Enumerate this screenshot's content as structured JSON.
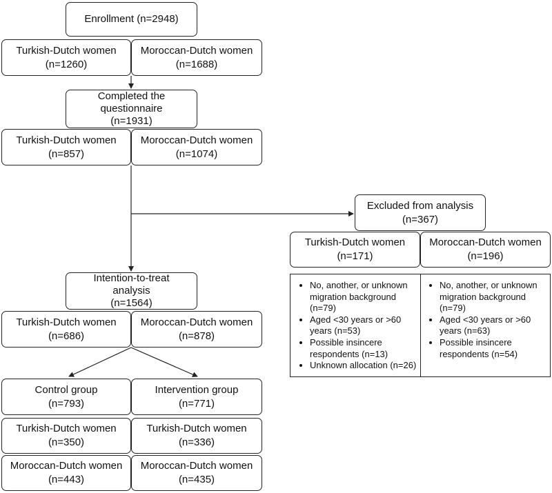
{
  "enrollment": {
    "title": "Enrollment (n=2948)"
  },
  "enrollment_split": {
    "turkish": {
      "label": "Turkish-Dutch women",
      "n": "(n=1260)"
    },
    "moroccan": {
      "label": "Moroccan-Dutch women",
      "n": "(n=1688)"
    }
  },
  "completed": {
    "line1": "Completed the",
    "line2": "questionnaire",
    "n": "(n=1931)"
  },
  "completed_split": {
    "turkish": {
      "label": "Turkish-Dutch women",
      "n": "(n=857)"
    },
    "moroccan": {
      "label": "Moroccan-Dutch women",
      "n": "(n=1074)"
    }
  },
  "excluded": {
    "title": "Excluded from analysis",
    "n": "(n=367)",
    "turkish": {
      "label": "Turkish-Dutch women",
      "n": "(n=171)"
    },
    "moroccan": {
      "label": "Moroccan-Dutch women",
      "n": "(n=196)"
    },
    "turkish_reasons": [
      "No, another, or unknown migration background (n=79)",
      "Aged <30 years or >60 years (n=53)",
      "Possible insincere respondents (n=13)",
      "Unknown allocation (n=26)"
    ],
    "moroccan_reasons": [
      "No, another, or unknown migration background (n=79)",
      "Aged <30 years or >60 years (n=63)",
      "Possible insincere respondents (n=54)"
    ]
  },
  "itt": {
    "line1": "Intention-to-treat",
    "line2": "analysis",
    "n": "(n=1564)"
  },
  "itt_split": {
    "turkish": {
      "label": "Turkish-Dutch women",
      "n": "(n=686)"
    },
    "moroccan": {
      "label": "Moroccan-Dutch women",
      "n": "(n=878)"
    }
  },
  "control": {
    "title": "Control group",
    "n": "(n=793)",
    "turkish": {
      "label": "Turkish-Dutch women",
      "n": "(n=350)"
    },
    "moroccan": {
      "label": "Moroccan-Dutch women",
      "n": "(n=443)"
    }
  },
  "intervention": {
    "title": "Intervention group",
    "n": "(n=771)",
    "turkish": {
      "label": "Turkish-Dutch women",
      "n": "(n=336)"
    },
    "moroccan": {
      "label": "Moroccan-Dutch women",
      "n": "(n=435)"
    }
  }
}
